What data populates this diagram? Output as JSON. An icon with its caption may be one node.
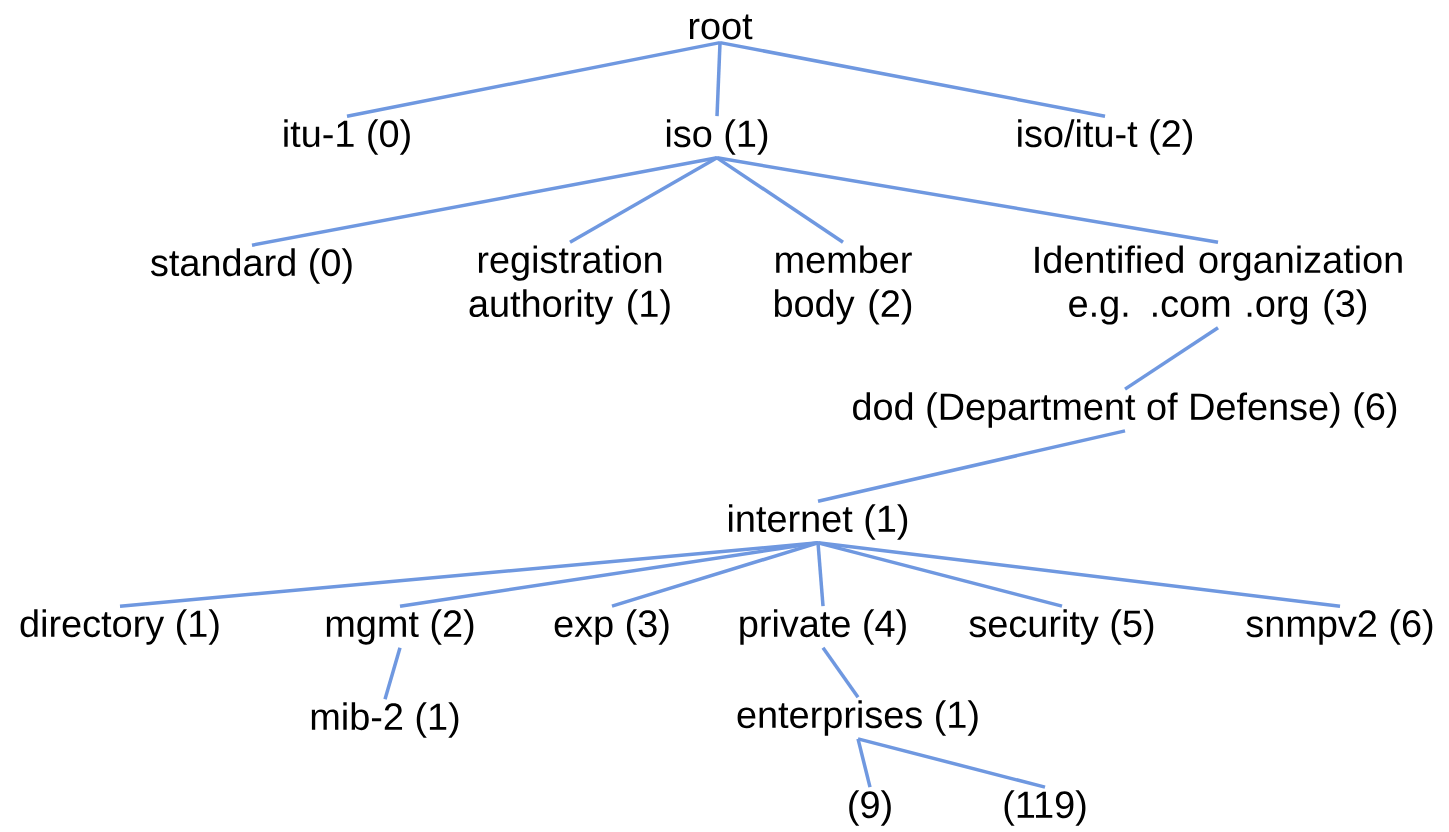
{
  "diagram": {
    "nodes": [
      {
        "text": [
          "root"
        ]
      },
      {
        "text": [
          "itu-1 (0)"
        ]
      },
      {
        "text": [
          "iso (1)"
        ]
      },
      {
        "text": [
          "iso/itu-t (2)"
        ]
      },
      {
        "text": [
          "standard (0)"
        ]
      },
      {
        "text": [
          "registration authority (1)"
        ]
      },
      {
        "text": [
          "member body (2)"
        ]
      },
      {
        "text": [
          "Identified organization e.g. .com .org (3)"
        ]
      },
      {
        "text": [
          "dod (Department of Defense) (6)"
        ]
      },
      {
        "text": [
          "internet (1)"
        ]
      },
      {
        "text": [
          "directory (1)"
        ]
      },
      {
        "text": [
          "mgmt (2)"
        ]
      },
      {
        "text": [
          "exp (3)"
        ]
      },
      {
        "text": [
          "private (4)"
        ]
      },
      {
        "text": [
          "security (5)"
        ]
      },
      {
        "text": [
          "snmpv2 (6)"
        ]
      },
      {
        "text": [
          "mib-2 (1)"
        ]
      },
      {
        "text": [
          "enterprises (1)"
        ]
      },
      {
        "text": [
          "(9)"
        ]
      },
      {
        "text": [
          "(119)"
        ]
      }
    ],
    "edges": [
      {
        "from": 0,
        "to": 1,
        "arrow": "none"
      },
      {
        "from": 0,
        "to": 2,
        "arrow": "none"
      },
      {
        "from": 0,
        "to": 3,
        "arrow": "none"
      },
      {
        "from": 2,
        "to": 4,
        "arrow": "none"
      },
      {
        "from": 2,
        "to": 5,
        "arrow": "none"
      },
      {
        "from": 2,
        "to": 6,
        "arrow": "none"
      },
      {
        "from": 2,
        "to": 7,
        "arrow": "none"
      },
      {
        "from": 7,
        "to": 8,
        "arrow": "none"
      },
      {
        "from": 8,
        "to": 9,
        "arrow": "none"
      },
      {
        "from": 9,
        "to": 10,
        "arrow": "none"
      },
      {
        "from": 9,
        "to": 11,
        "arrow": "none"
      },
      {
        "from": 9,
        "to": 12,
        "arrow": "none"
      },
      {
        "from": 9,
        "to": 13,
        "arrow": "none"
      },
      {
        "from": 9,
        "to": 14,
        "arrow": "none"
      },
      {
        "from": 9,
        "to": 15,
        "arrow": "none"
      },
      {
        "from": 11,
        "to": 16,
        "arrow": "none"
      },
      {
        "from": 13,
        "to": 17,
        "arrow": "none"
      },
      {
        "from": 17,
        "to": 18,
        "arrow": "none"
      },
      {
        "from": 17,
        "to": 19,
        "arrow": "none"
      }
    ]
  }
}
